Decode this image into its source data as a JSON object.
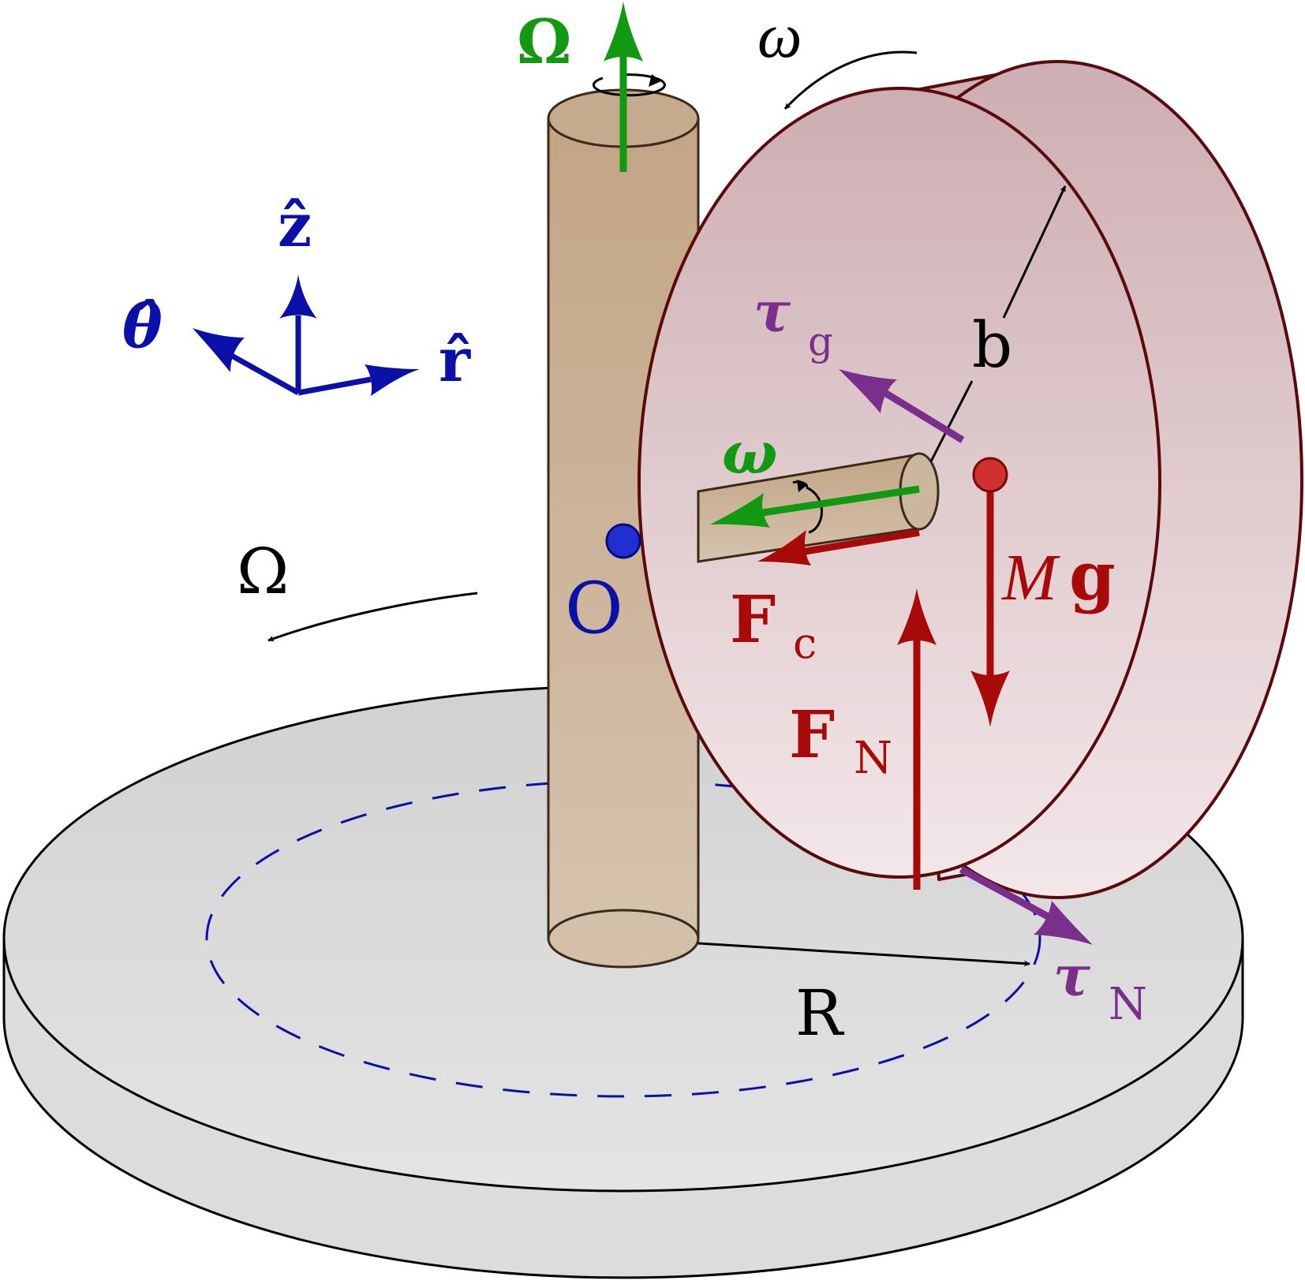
{
  "labels": {
    "Omega_top": "Ω",
    "omega_top": "ω",
    "z_hat": "ẑ",
    "theta_hat": "θ̂",
    "r_hat": "r̂",
    "tau_g_main": "τ",
    "tau_g_sub": "g",
    "b": "b",
    "omega_axle": "ω",
    "Omega_left": "Ω",
    "O": "O",
    "Mg_M": "M",
    "Mg_g": "g",
    "Fc_main": "F",
    "Fc_sub": "c",
    "FN_main": "F",
    "FN_sub": "N",
    "R": "R",
    "tauN_main": "τ",
    "tauN_sub": "N"
  },
  "colors": {
    "green": "#119911",
    "blue": "#0a10a8",
    "red": "#a80a0a",
    "purple": "#7b2f8c",
    "black": "#000000",
    "rod_top": "#c3a78a",
    "rod_bottom": "#d6c1ae",
    "wheel_top": "#cfb0b4",
    "wheel_bottom": "#f2e6e8",
    "wheel_stroke": "#5a0a0a",
    "platform": "#d9d9d9",
    "point_red": "#d03030",
    "point_blue": "#2030d0"
  }
}
